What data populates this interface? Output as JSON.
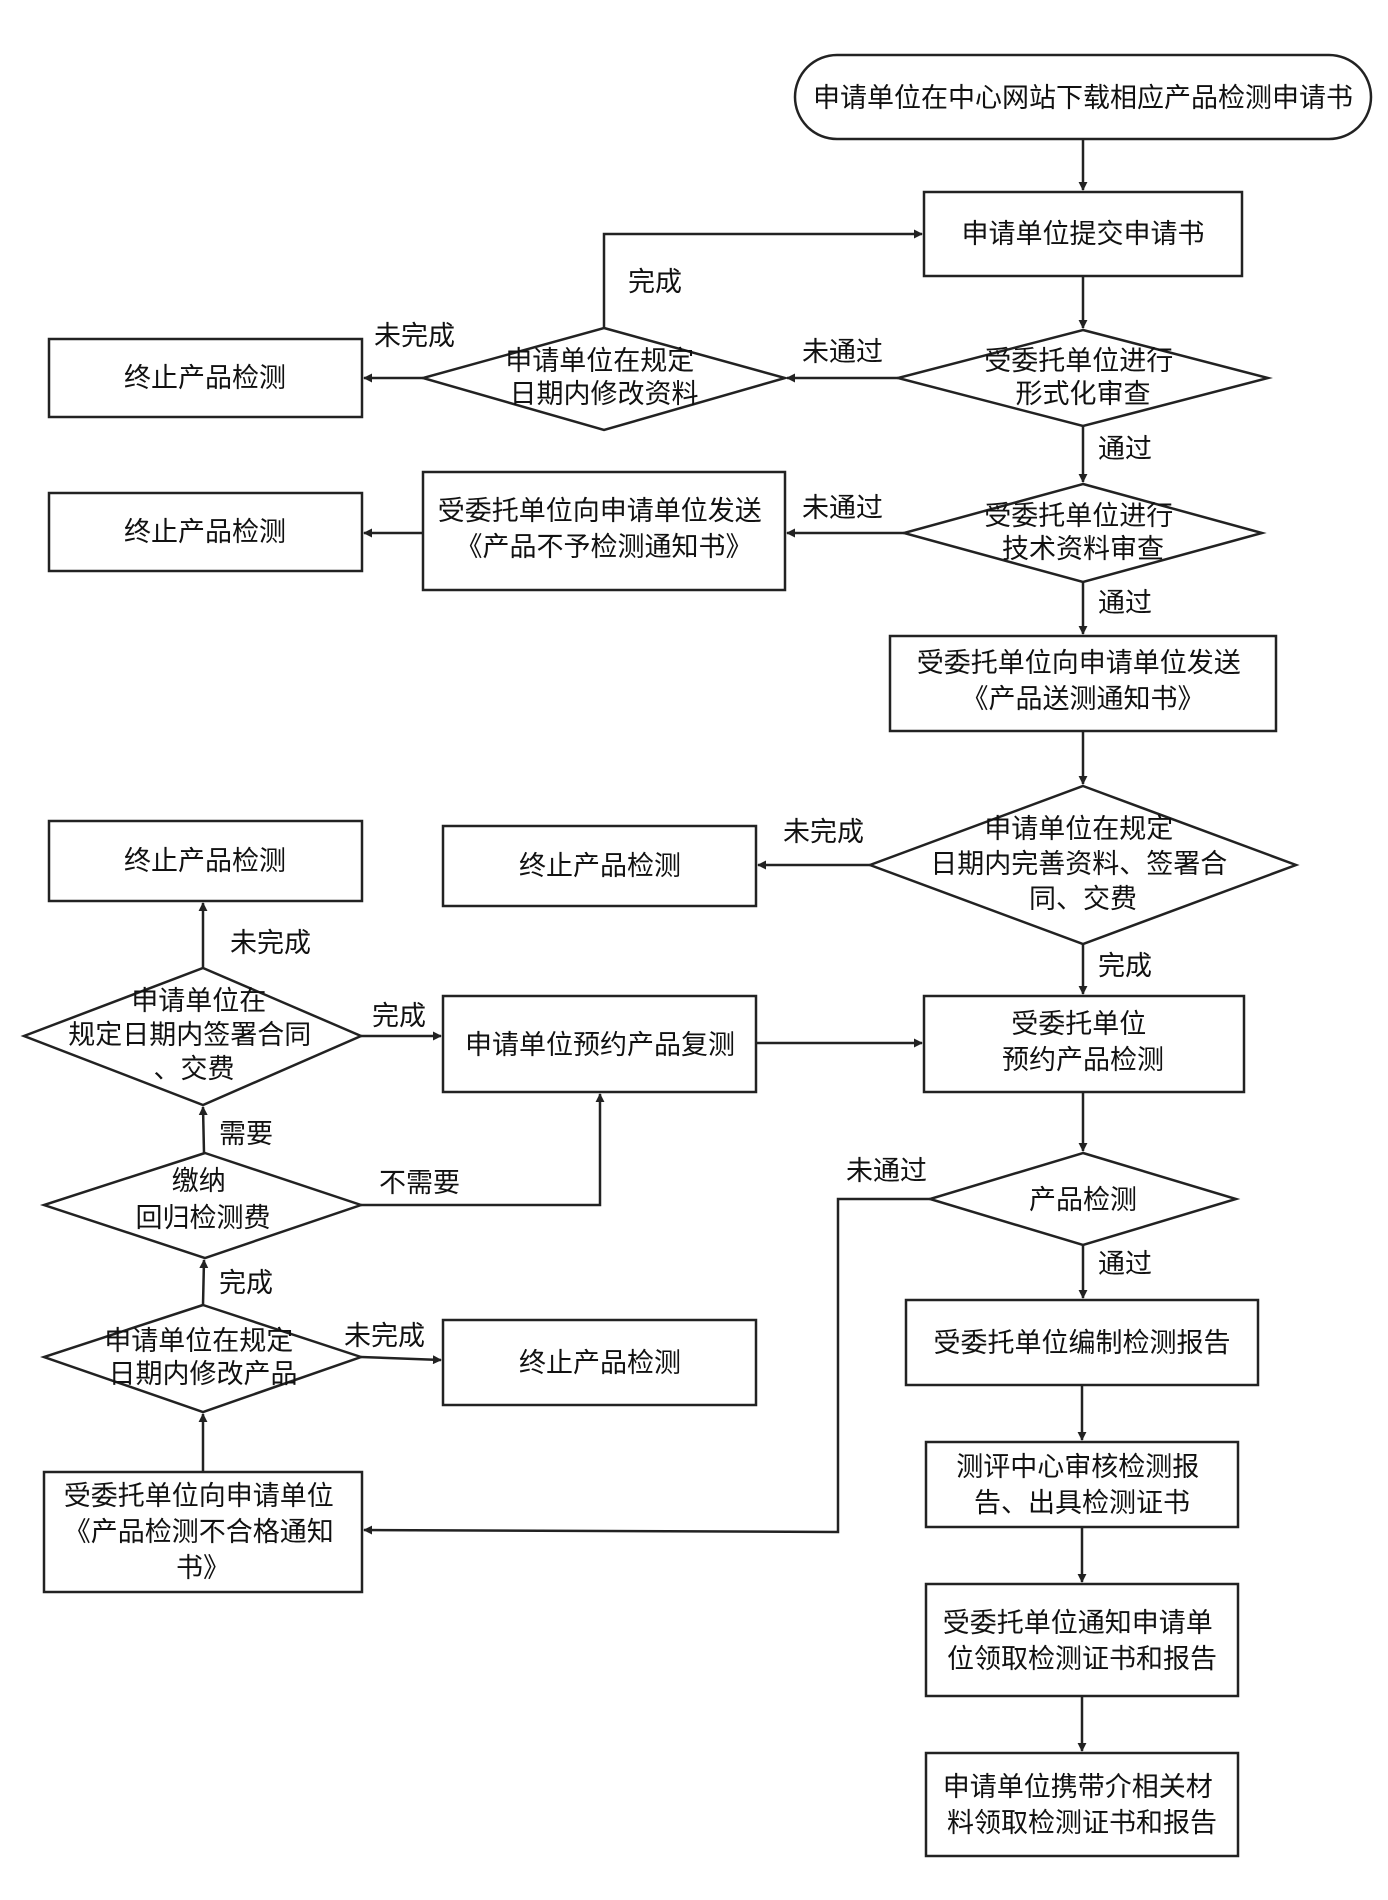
{
  "nodes": {
    "start": [
      "申请单位在中心网站下载相应产品检测申请书"
    ],
    "submit": [
      "申请单位提交申请书"
    ],
    "formal_review": [
      "受委托单位进行",
      "形式化审查"
    ],
    "modify_docs": [
      "申请单位在规定",
      "日期内修改资料"
    ],
    "terminate_1": [
      "终止产品检测"
    ],
    "tech_review": [
      "受委托单位进行",
      "技术资料审查"
    ],
    "reject_notice": [
      "受委托单位向申请单位发送",
      "《产品不予检测通知书》"
    ],
    "terminate_2": [
      "终止产品检测"
    ],
    "send_notice": [
      "受委托单位向申请单位发送",
      "《产品送测通知书》"
    ],
    "complete_docs": [
      "申请单位在规定",
      "日期内完善资料、签署合",
      "同、交费"
    ],
    "terminate_3": [
      "终止产品检测"
    ],
    "book_test": [
      "受委托单位",
      "预约产品检测"
    ],
    "product_test": [
      "产品检测"
    ],
    "compile_report": [
      "受委托单位编制检测报告"
    ],
    "center_review": [
      "测评中心审核检测报",
      "告、出具检测证书"
    ],
    "notify_collect": [
      "受委托单位通知申请单",
      "位领取检测证书和报告"
    ],
    "collect": [
      "申请单位携带介相关材",
      "料领取检测证书和报告"
    ],
    "fail_notice": [
      "受委托单位向申请单位",
      "《产品检测不合格通知",
      "书》"
    ],
    "modify_product": [
      "申请单位在规定",
      "日期内修改产品"
    ],
    "terminate_4": [
      "终止产品检测"
    ],
    "pay_fee": [
      "缴纳",
      "回归检测费"
    ],
    "sign_contract": [
      "申请单位在",
      "规定日期内签署合同",
      "、交费"
    ],
    "terminate_5": [
      "终止产品检测"
    ],
    "book_retest": [
      "申请单位预约产品复测"
    ]
  },
  "edge_labels": {
    "formal_fail": "未通过",
    "formal_pass": "通过",
    "modify_done": "完成",
    "modify_not_done": "未完成",
    "tech_fail": "未通过",
    "tech_pass": "通过",
    "complete_done": "完成",
    "complete_not_done": "未完成",
    "test_fail": "未通过",
    "test_pass": "通过",
    "modify_product_done": "完成",
    "modify_product_not_done": "未完成",
    "fee_needed": "需要",
    "fee_not_needed": "不需要",
    "sign_done": "完成",
    "sign_not_done": "未完成"
  }
}
